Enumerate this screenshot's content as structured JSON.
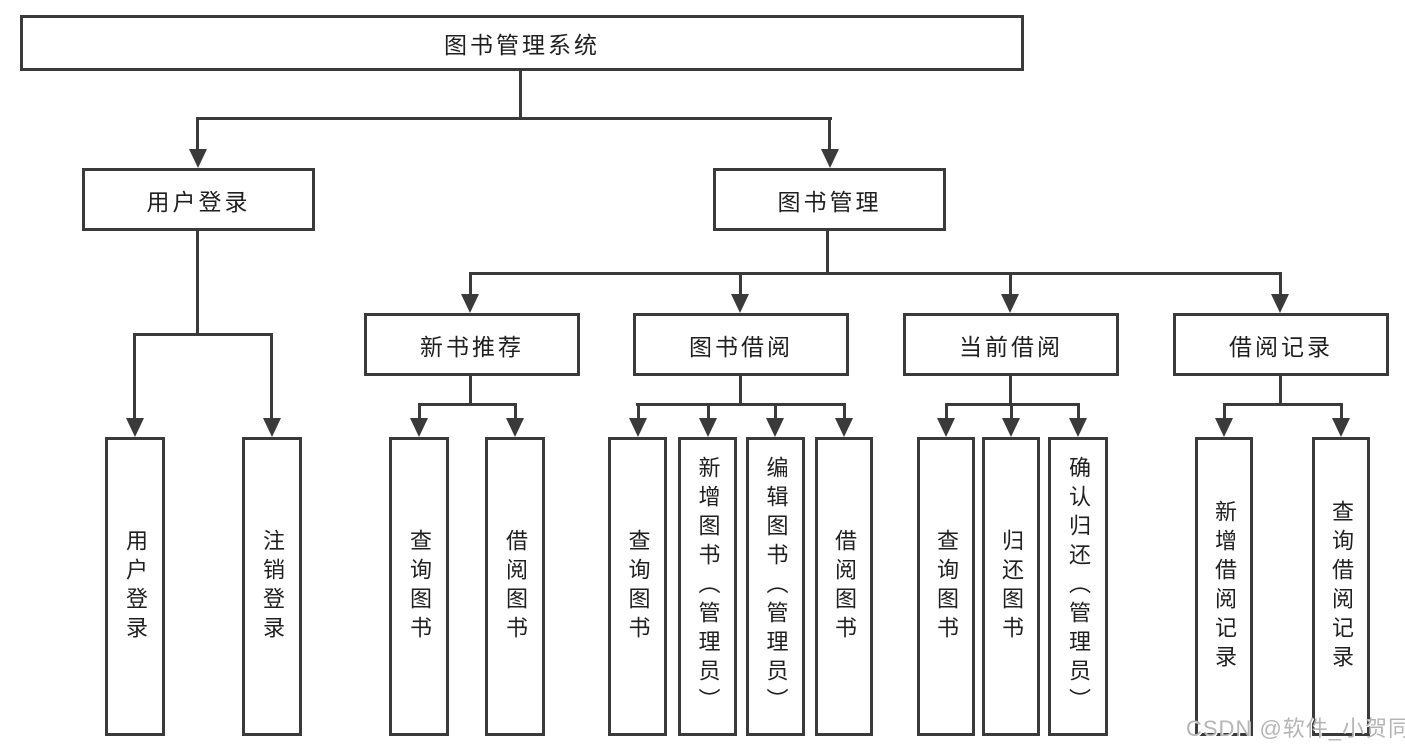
{
  "colors": {
    "line": "#3a3a3a",
    "text": "#1f1f1f",
    "watermark": "#b5b5b5",
    "background": "#ffffff"
  },
  "watermark": {
    "text": "CSDN @软件_小贺同学"
  },
  "tree": {
    "root": {
      "label": "图书管理系统"
    },
    "branches": [
      {
        "label": "用户登录",
        "children": [
          {
            "label": "用户登录"
          },
          {
            "label": "注销登录"
          }
        ]
      },
      {
        "label": "图书管理",
        "children": [
          {
            "label": "新书推荐",
            "children": [
              {
                "label": "查询图书"
              },
              {
                "label": "借阅图书"
              }
            ]
          },
          {
            "label": "图书借阅",
            "children": [
              {
                "label": "查询图书"
              },
              {
                "label": "新增图书（管理员）"
              },
              {
                "label": "编辑图书（管理员）"
              },
              {
                "label": "借阅图书"
              }
            ]
          },
          {
            "label": "当前借阅",
            "children": [
              {
                "label": "查询图书"
              },
              {
                "label": "归还图书"
              },
              {
                "label": "确认归还（管理员）"
              }
            ]
          },
          {
            "label": "借阅记录",
            "children": [
              {
                "label": "新增借阅记录"
              },
              {
                "label": "查询借阅记录"
              }
            ]
          }
        ]
      }
    ]
  }
}
